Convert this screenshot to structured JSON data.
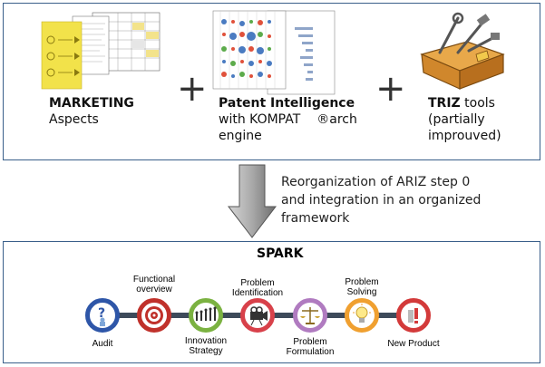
{
  "top": {
    "marketing": {
      "bold": "MARKETING",
      "line2": "Aspects"
    },
    "patent": {
      "bold": "Patent Intelligence",
      "line2": "with KOMPAT",
      "line2b": "arch",
      "line3": "engine"
    },
    "triz": {
      "bold": "TRIZ",
      "rest": " tools",
      "line2": "(partially",
      "line3": "improuved)"
    },
    "plus": "+",
    "registered_mark": "®"
  },
  "arrow_text": [
    "Reorganization of ARIZ step 0",
    "and integration in an organized",
    "framework"
  ],
  "spark": {
    "title": "SPARK",
    "steps": [
      {
        "label": "Audit",
        "color": "#2e56a8",
        "icon": "question-figure-icon"
      },
      {
        "label": "Functional overview",
        "color": "#c0312b",
        "icon": "target-icon"
      },
      {
        "label": "Innovation Strategy",
        "color": "#7bb241",
        "icon": "evolution-icon"
      },
      {
        "label": "Problem Identification",
        "color": "#d8414a",
        "icon": "camera-icon"
      },
      {
        "label": "Problem Formulation",
        "color": "#b07bc0",
        "icon": "scales-icon"
      },
      {
        "label": "Problem Solving",
        "color": "#f0a030",
        "icon": "lightbulb-icon"
      },
      {
        "label": "New Product",
        "color": "#d33a3a",
        "icon": "gift-icon"
      }
    ]
  }
}
